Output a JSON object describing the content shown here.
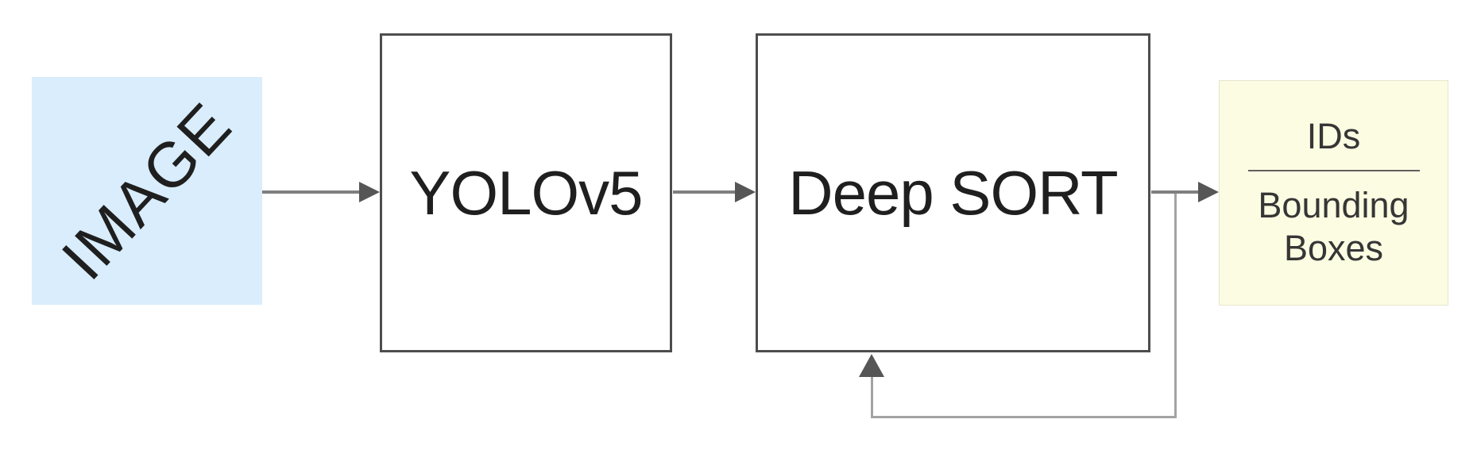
{
  "diagram": {
    "nodes": [
      {
        "id": "image",
        "label": "IMAGE",
        "type": "input",
        "shape": "rect",
        "fill": "#d9edfc"
      },
      {
        "id": "yolov5",
        "label": "YOLOv5",
        "type": "process",
        "shape": "rect",
        "fill": "#ffffff"
      },
      {
        "id": "deepsort",
        "label": "Deep SORT",
        "type": "process",
        "shape": "rect",
        "fill": "#ffffff"
      },
      {
        "id": "output",
        "label_numerator": "IDs",
        "label_denominator": "Bounding Boxes",
        "type": "output",
        "shape": "rect",
        "fill": "#fcfce2"
      }
    ],
    "edges": [
      {
        "from": "image",
        "to": "yolov5",
        "type": "arrow"
      },
      {
        "from": "yolov5",
        "to": "deepsort",
        "type": "arrow"
      },
      {
        "from": "deepsort",
        "to": "output",
        "type": "arrow"
      },
      {
        "from": "deepsort",
        "to": "deepsort",
        "type": "feedback-loop"
      }
    ]
  },
  "colors": {
    "canvas_bg": "#ffffff",
    "input_fill": "#d9edfc",
    "output_fill": "#fcfce2",
    "output_border": "#e6e6cf",
    "process_border": "#4d4d4d",
    "process_fill": "#ffffff",
    "line": "#7f7f7f",
    "arrowhead": "#565656",
    "feedback_line": "#a3a3a3",
    "text_dark": "#1f1f1f",
    "text_output": "#363636",
    "fraction_bar": "#5f5f5f"
  }
}
